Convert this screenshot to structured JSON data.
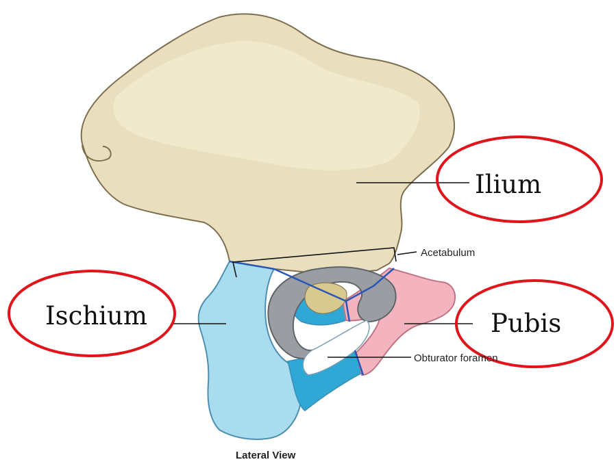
{
  "figure": {
    "caption": "Lateral View",
    "callouts": {
      "ilium": "Ilium",
      "ischium": "Ischium",
      "pubis": "Pubis"
    },
    "leader_labels": {
      "acetabulum": "Acetabulum",
      "obturator_foramen": "Obturator foramen"
    }
  },
  "colors": {
    "ilium_fill": "#e9dfbf",
    "ilium_stroke": "#7d6e4e",
    "ischium_fill": "#a9dcef",
    "ischium_dark": "#2fa8d6",
    "pubis_fill": "#f3b4bf",
    "acetabulum_fill": "#9a9ea2",
    "boundary_line": "#2a56b8",
    "callout_ellipse": "#e0151b"
  }
}
